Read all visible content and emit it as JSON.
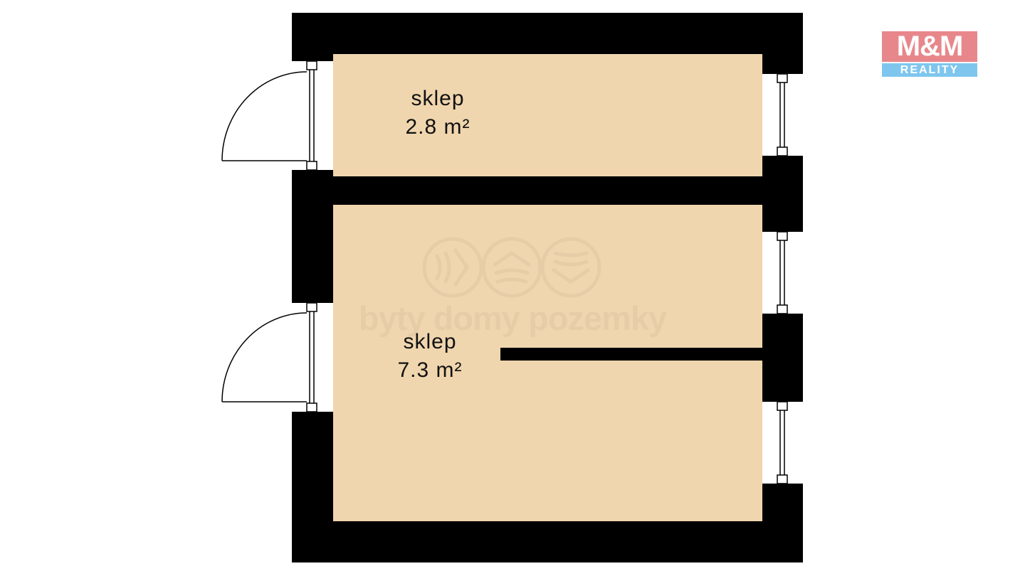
{
  "rooms": [
    {
      "name": "sklep",
      "area": "2.8 m²"
    },
    {
      "name": "sklep",
      "area": "7.3 m²"
    }
  ],
  "watermark": {
    "text": "byty domy pozemky",
    "icons": [
      "forward-arrows-icon",
      "up-arrows-icon",
      "down-arrows-icon"
    ]
  },
  "logo": {
    "top": "M&M",
    "bottom": "REALITY",
    "colors": {
      "top": "#e8878b",
      "bottom": "#7fc6ee"
    }
  },
  "colors": {
    "wall": "#000000",
    "floor": "#f0d6ae",
    "background": "#ffffff",
    "watermark": "#e3cba6"
  }
}
